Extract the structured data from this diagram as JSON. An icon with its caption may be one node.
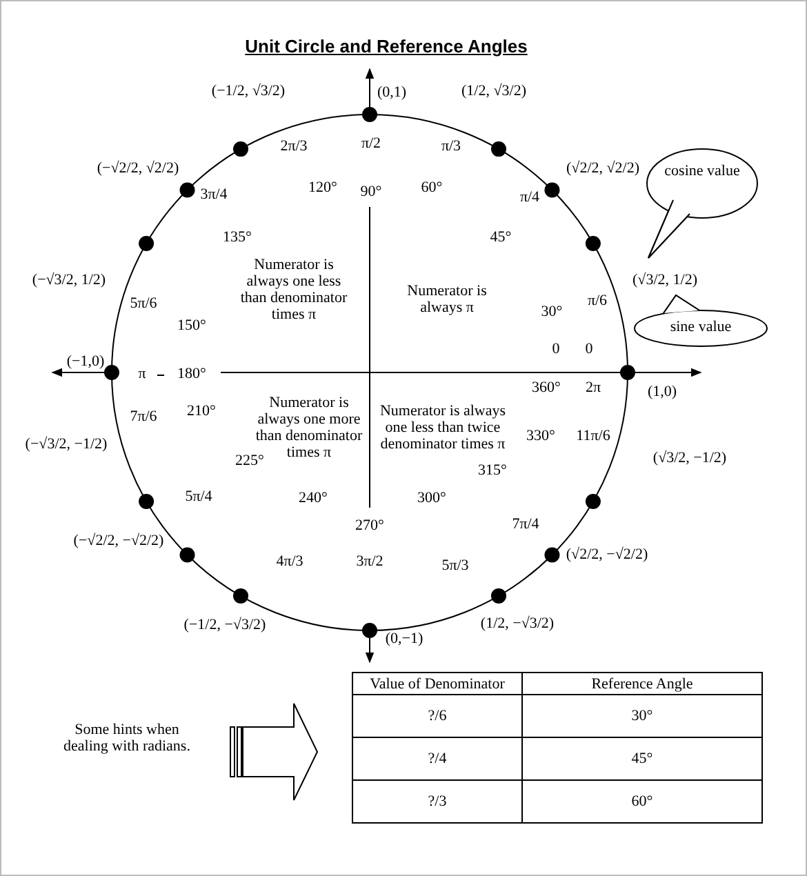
{
  "diagram": {
    "title": "Unit Circle and Reference Angles",
    "nodes": [
      {
        "text": [
          "cosine value"
        ]
      },
      {
        "text": [
          "sine value"
        ]
      }
    ],
    "labels": [
      "(−1/2, √3/2)",
      "(0,1)",
      "(1/2, √3/2)",
      "2π/3",
      "π/2",
      "π/3",
      "(−√2/2, √2/2)",
      "(√2/2, √2/2)",
      "3π/4",
      "120°",
      "90°",
      "60°",
      "π/4",
      "135°",
      "45°",
      "(−√3/2, 1/2)",
      "(√3/2, 1/2)",
      "Numerator is always one less than denominator times π",
      "Numerator is always π",
      "5π/6",
      "π/6",
      "30°",
      "150°",
      "0",
      "0",
      "(−1,0)",
      "π",
      "180°",
      "360°",
      "2π",
      "(1,0)",
      "210°",
      "7π/6",
      "Numerator is always one more than denominator times π",
      "Numerator is always one less than twice denominator times π",
      "330°",
      "11π/6",
      "(−√3/2, −1/2)",
      "(√3/2, −1/2)",
      "225°",
      "315°",
      "5π/4",
      "240°",
      "300°",
      "270°",
      "7π/4",
      "(−√2/2, −√2/2)",
      "(√2/2, −√2/2)",
      "4π/3",
      "3π/2",
      "5π/3",
      "(−1/2, −√3/2)",
      "(0,−1)",
      "(1/2, −√3/2)",
      "Some hints when dealing with radians.",
      "Value of Denominator",
      "Reference Angle",
      "?/6",
      "30°",
      "?/4",
      "45°",
      "?/3",
      "60°"
    ]
  }
}
